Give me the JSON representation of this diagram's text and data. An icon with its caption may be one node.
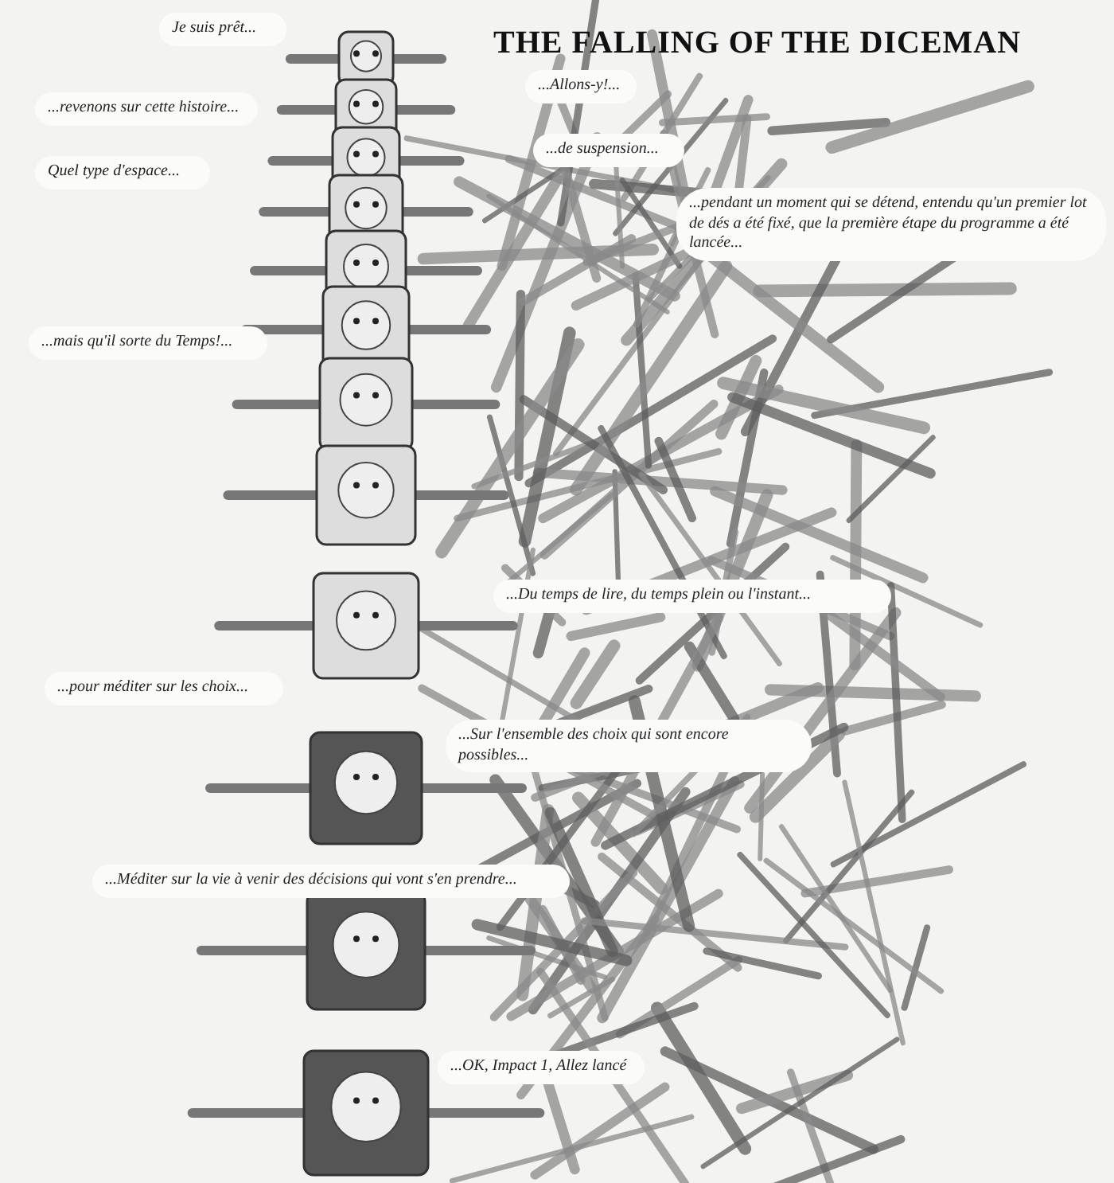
{
  "diagram": {
    "title": "THE FALLING OF THE DICEMAN",
    "nodes": [
      {
        "text": [
          "Je suis prêt..."
        ]
      },
      {
        "text": [
          "...revenons sur cette histoire..."
        ]
      },
      {
        "text": [
          "Quel type d'espace..."
        ]
      },
      {
        "text": [
          "...mais qu'il sorte du Temps!..."
        ]
      },
      {
        "text": [
          "...Allons-y!..."
        ]
      },
      {
        "text": [
          "...de suspension..."
        ]
      },
      {
        "text": [
          "...pendant un moment qui se détend, entendu qu'un premier lot de dés a été fixé, que la première étape du programme a été lancée..."
        ]
      },
      {
        "text": [
          "...Du temps de lire, du temps plein ou l'instant..."
        ]
      },
      {
        "text": [
          "...pour méditer sur les choix..."
        ]
      },
      {
        "text": [
          "...Sur l'ensemble des choix qui sont encore possibles..."
        ]
      },
      {
        "text": [
          "...Méditer sur la vie à venir des décisions qui vont s'en prendre..."
        ]
      },
      {
        "text": [
          "...OK, Impact 1, Allez lancé"
        ]
      }
    ]
  }
}
